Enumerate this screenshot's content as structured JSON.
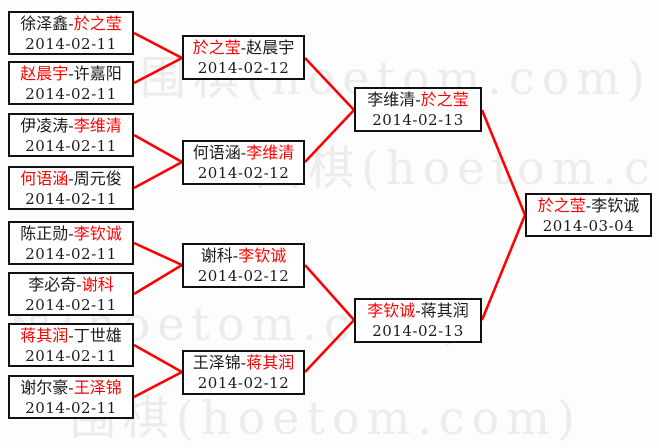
{
  "diagram_type": "tournament-bracket",
  "separator": "-",
  "colors": {
    "winner_text": "#ff0000",
    "connector_line": "#ff0000",
    "box_border": "#111111",
    "box_background": "#ffffff",
    "watermark": "#ececec"
  },
  "watermark": {
    "text": "围棋(hoetom.com)"
  },
  "rounds": [
    {
      "matches": [
        {
          "p1": "徐泽鑫",
          "p2": "於之莹",
          "winner": 2,
          "date": "2014-02-11"
        },
        {
          "p1": "赵晨宇",
          "p2": "许嘉阳",
          "winner": 1,
          "date": "2014-02-11"
        },
        {
          "p1": "伊凌涛",
          "p2": "李维清",
          "winner": 2,
          "date": "2014-02-11"
        },
        {
          "p1": "何语涵",
          "p2": "周元俊",
          "winner": 1,
          "date": "2014-02-11"
        },
        {
          "p1": "陈正勋",
          "p2": "李钦诚",
          "winner": 2,
          "date": "2014-02-11"
        },
        {
          "p1": "李必奇",
          "p2": "谢科",
          "winner": 2,
          "date": "2014-02-11"
        },
        {
          "p1": "蒋其润",
          "p2": "丁世雄",
          "winner": 1,
          "date": "2014-02-11"
        },
        {
          "p1": "谢尔豪",
          "p2": "王泽锦",
          "winner": 2,
          "date": "2014-02-11"
        }
      ]
    },
    {
      "matches": [
        {
          "p1": "於之莹",
          "p2": "赵晨宇",
          "winner": 1,
          "date": "2014-02-12"
        },
        {
          "p1": "何语涵",
          "p2": "李维清",
          "winner": 2,
          "date": "2014-02-12"
        },
        {
          "p1": "谢科",
          "p2": "李钦诚",
          "winner": 2,
          "date": "2014-02-12"
        },
        {
          "p1": "王泽锦",
          "p2": "蒋其润",
          "winner": 2,
          "date": "2014-02-12"
        }
      ]
    },
    {
      "matches": [
        {
          "p1": "李维清",
          "p2": "於之莹",
          "winner": 2,
          "date": "2014-02-13"
        },
        {
          "p1": "李钦诚",
          "p2": "蒋其润",
          "winner": 1,
          "date": "2014-02-13"
        }
      ]
    },
    {
      "matches": [
        {
          "p1": "於之莹",
          "p2": "李钦诚",
          "winner": 1,
          "date": "2014-03-04"
        }
      ]
    }
  ]
}
